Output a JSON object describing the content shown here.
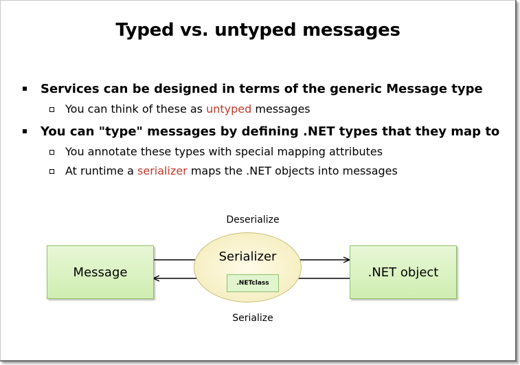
{
  "slide": {
    "title": "Typed vs. untyped messages",
    "bullets": [
      {
        "text": "Services can be designed in terms of the generic Message type",
        "sub": [
          {
            "before": "You can think of these as ",
            "highlight": "untyped",
            "after": " messages"
          }
        ]
      },
      {
        "text": "You can \"type\" messages by defining .NET types that they map to",
        "sub": [
          {
            "before": "You annotate these types with special mapping attributes",
            "highlight": "",
            "after": ""
          },
          {
            "before": "At runtime a ",
            "highlight": "serializer",
            "after": " maps the .NET objects into messages"
          }
        ]
      }
    ],
    "highlight_color": "#c0392b"
  },
  "diagram": {
    "deserialize_label": "Deserialize",
    "serialize_label": "Serialize",
    "left_box": "Message",
    "center": "Serializer",
    "center_inner": ".NETclass",
    "right_box": ".NET object",
    "box_color": "#d8f2c0",
    "ellipse_color": "#f6efc4"
  }
}
